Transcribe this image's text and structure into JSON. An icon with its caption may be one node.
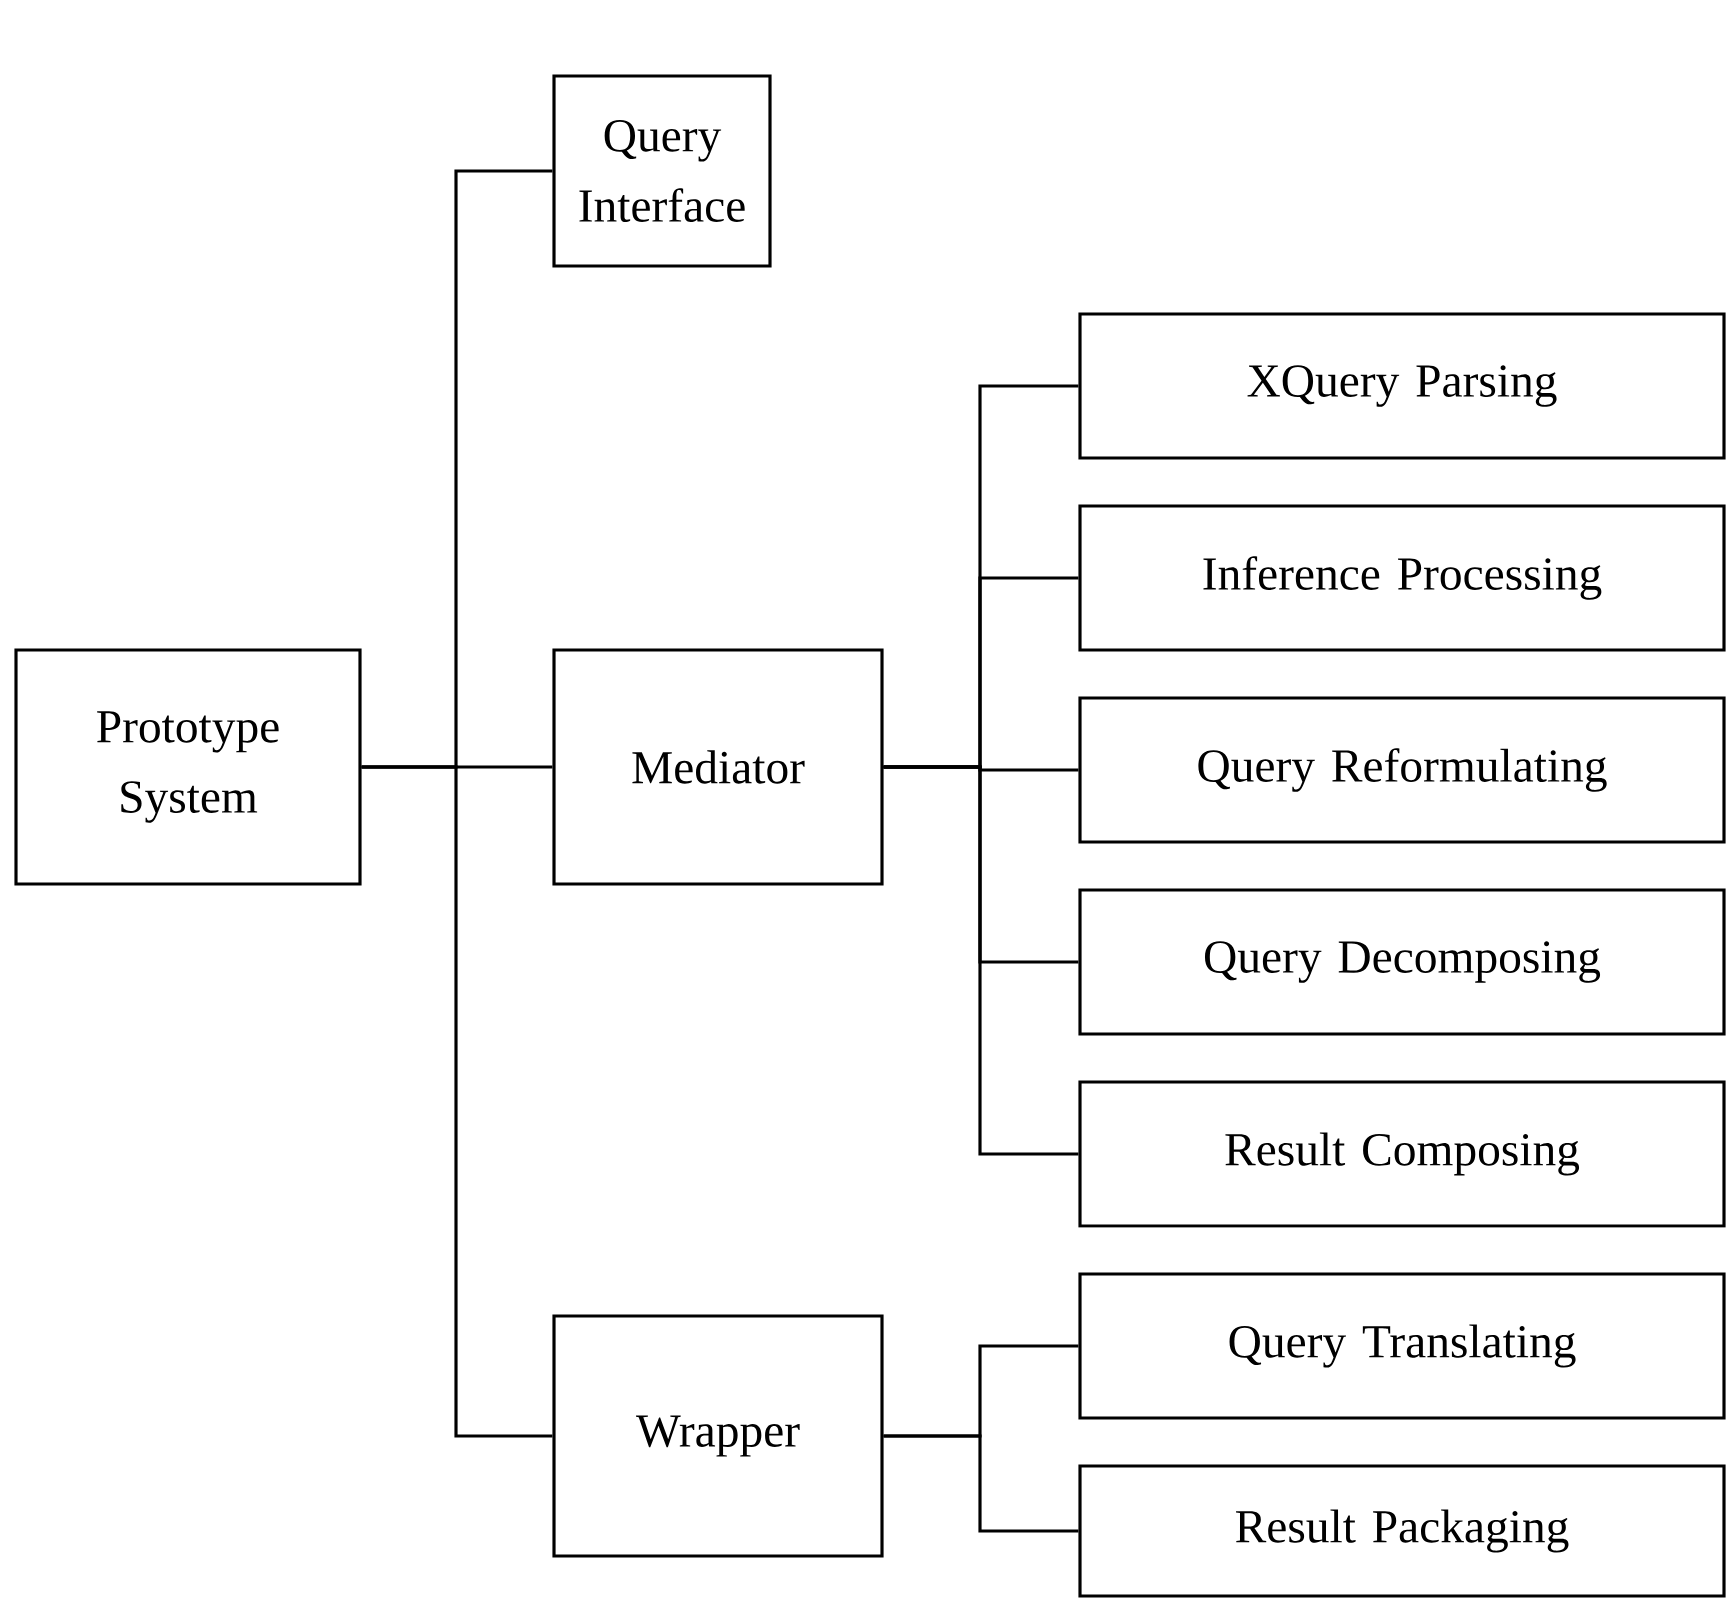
{
  "diagram": {
    "nodes": [
      {
        "text": [
          "Prototype System"
        ]
      },
      {
        "text": [
          "Query Interface"
        ]
      },
      {
        "text": [
          "Mediator"
        ]
      },
      {
        "text": [
          "Wrapper"
        ]
      },
      {
        "text": [
          "XQuery Parsing"
        ]
      },
      {
        "text": [
          "Inference Processing"
        ]
      },
      {
        "text": [
          "Query Reformulating"
        ]
      },
      {
        "text": [
          "Query Decomposing"
        ]
      },
      {
        "text": [
          "Result Composing"
        ]
      },
      {
        "text": [
          "Query Translating"
        ]
      },
      {
        "text": [
          "Result Packaging"
        ]
      }
    ],
    "edges": [
      {
        "from": 0,
        "to": 1,
        "arrow": "none"
      },
      {
        "from": 0,
        "to": 2,
        "arrow": "none"
      },
      {
        "from": 0,
        "to": 3,
        "arrow": "none"
      },
      {
        "from": 2,
        "to": 4,
        "arrow": "none"
      },
      {
        "from": 2,
        "to": 5,
        "arrow": "none"
      },
      {
        "from": 2,
        "to": 6,
        "arrow": "none"
      },
      {
        "from": 2,
        "to": 7,
        "arrow": "none"
      },
      {
        "from": 2,
        "to": 8,
        "arrow": "none"
      },
      {
        "from": 3,
        "to": 9,
        "arrow": "none"
      },
      {
        "from": 3,
        "to": 10,
        "arrow": "none"
      }
    ]
  }
}
